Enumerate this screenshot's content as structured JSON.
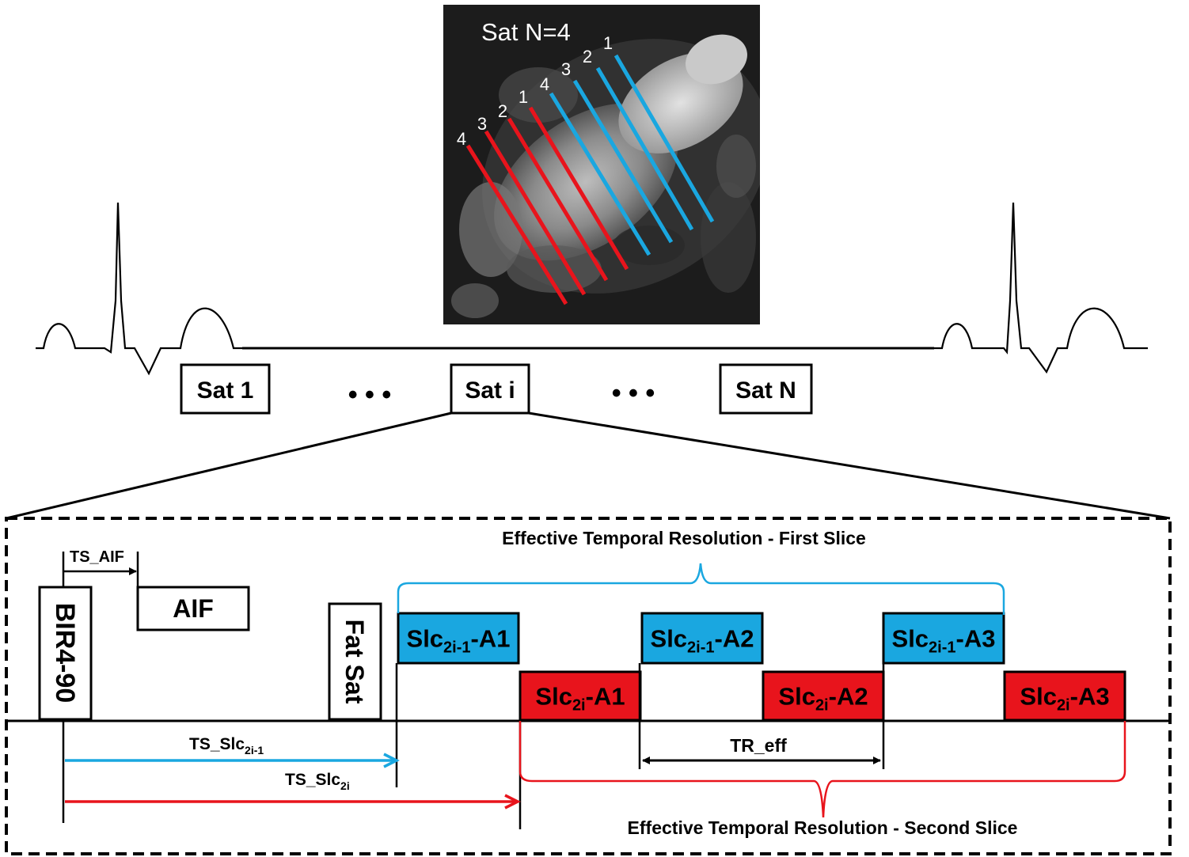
{
  "mri": {
    "title": "Sat N=4",
    "red_labels": [
      "4",
      "3",
      "2",
      "1"
    ],
    "blue_labels": [
      "4",
      "3",
      "2",
      "1"
    ]
  },
  "colors": {
    "blue": "#1aa7e0",
    "red": "#e8141c",
    "black": "#000000"
  },
  "sat_blocks": {
    "first": "Sat 1",
    "middle": "Sat i",
    "last": "Sat N",
    "ellipsis": "• • •"
  },
  "sequence": {
    "bir": "BIR4-90",
    "ts_aif": "TS_AIF",
    "aif": "AIF",
    "fatsat": "Fat Sat",
    "first_slice_title": "Effective Temporal Resolution - First Slice",
    "second_slice_title": "Effective Temporal Resolution - Second Slice",
    "tr_eff": "TR_eff",
    "ts_slc_prefix": "TS_Slc",
    "sub_first": "2i-1",
    "sub_second": "2i",
    "slc_prefix": "Slc",
    "acq1": "-A1",
    "acq2": "-A2",
    "acq3": "-A3"
  }
}
